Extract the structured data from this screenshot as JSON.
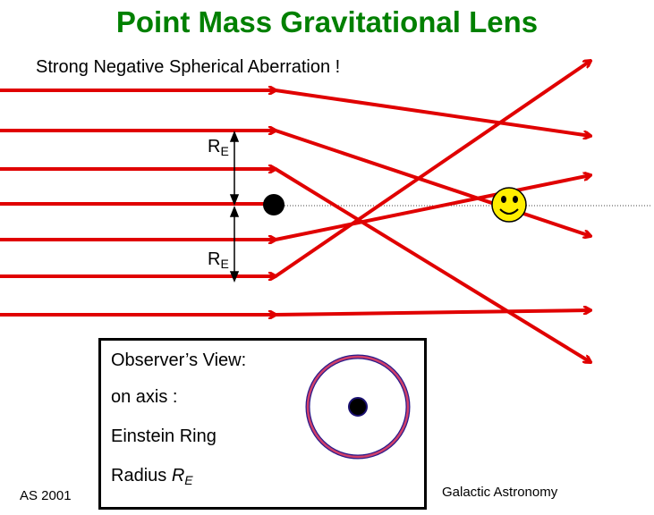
{
  "title": "Point Mass Gravitational Lens",
  "subtitle": "Strong Negative Spherical Aberration !",
  "einstein_radius_label": {
    "symbol": "R",
    "subscript": "E"
  },
  "observer_view": {
    "heading": "Observer’s View:",
    "on_axis": "on axis :",
    "ring": "Einstein Ring",
    "radius_prefix": "Radius ",
    "radius_symbol": "R",
    "radius_subscript": "E"
  },
  "footer": {
    "left": "AS 2001",
    "right": "Galactic Astronomy"
  },
  "colors": {
    "title": "#008000",
    "rays": "#e00000",
    "lens": "#000000",
    "observer_face": "#ffee00",
    "ring": "#c03060",
    "ring_core": "#1a1070"
  },
  "icons": {
    "lens_mass": "black-dot",
    "observer": "smiley-face-icon"
  }
}
